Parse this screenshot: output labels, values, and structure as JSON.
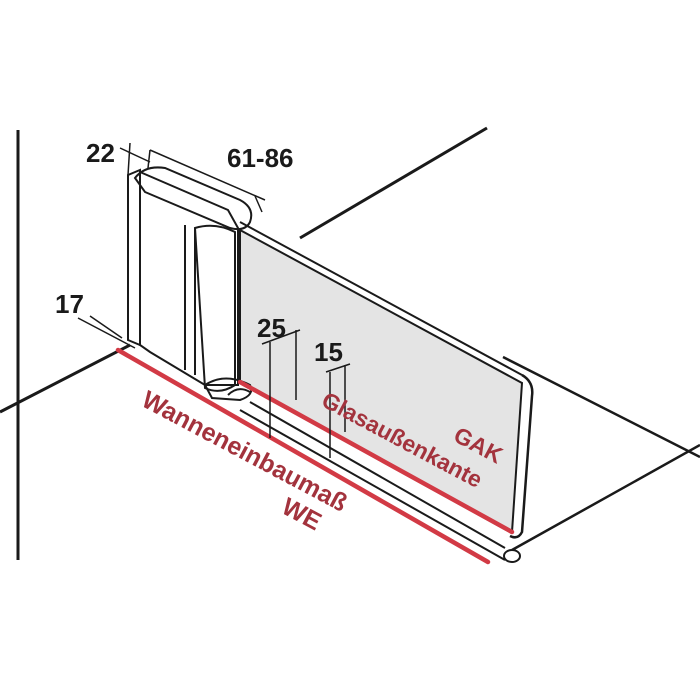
{
  "dimensions": {
    "top_width": "22",
    "top_depth": "61-86",
    "left_offset": "17",
    "mark_a": "25",
    "mark_b": "15"
  },
  "labels": {
    "tub_width": "Wanneneinbaumaß",
    "tub_width_abbr": "WE",
    "glass_edge": "Glasaußenkante",
    "glass_edge_abbr": "GAK"
  },
  "colors": {
    "accent_red": "#d23a45",
    "label_red": "#a3333d",
    "glass_fill": "#e4e4e4",
    "line": "#1a1a1a"
  }
}
